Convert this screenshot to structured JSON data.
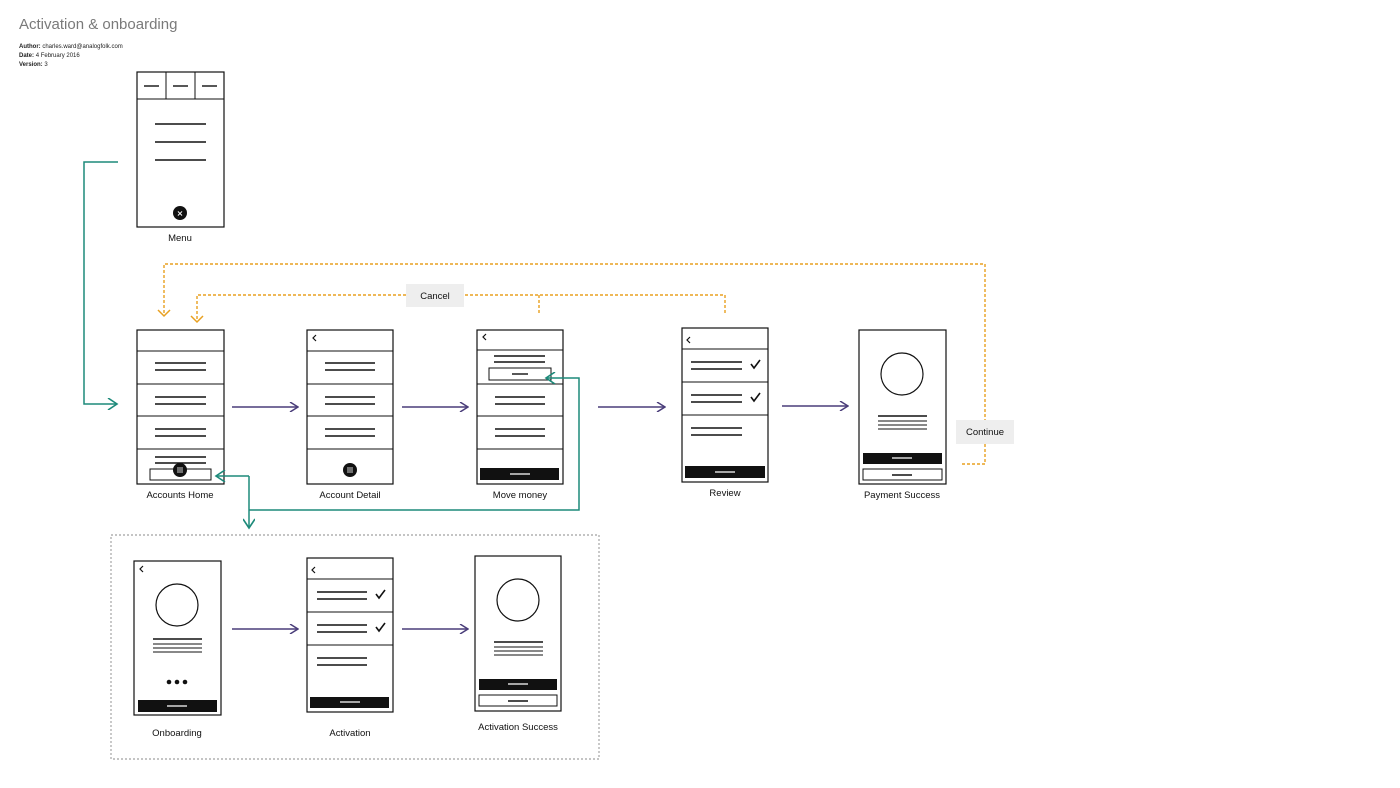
{
  "header": {
    "title": "Activation & onboarding",
    "author_label": "Author:",
    "author": "charles.ward@analogfolk.com",
    "date_label": "Date:",
    "date": "4 February 2016",
    "version_label": "Version:",
    "version": "3"
  },
  "screens": {
    "menu": "Menu",
    "accounts_home": "Accounts Home",
    "account_detail": "Account Detail",
    "move_money": "Move money",
    "review": "Review",
    "payment_success": "Payment Success",
    "onboarding": "Onboarding",
    "activation": "Activation",
    "activation_success": "Activation Success"
  },
  "actions": {
    "cancel": "Cancel",
    "continue": "Continue"
  },
  "colors": {
    "flow": "#4a3d7a",
    "navigation": "#1d8a7a",
    "return": "#e8a020"
  }
}
